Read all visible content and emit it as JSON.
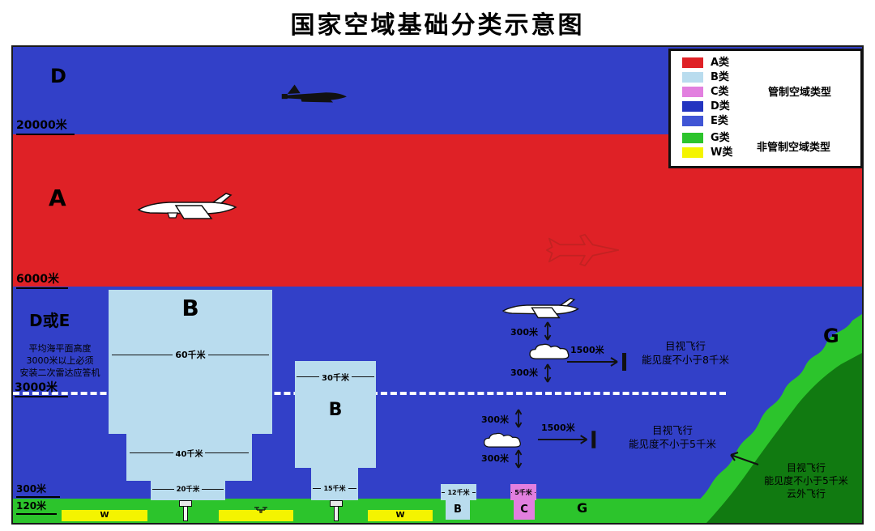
{
  "title": "国家空域基础分类示意图",
  "legend": {
    "items": [
      {
        "label": "A类",
        "color": "#df2126"
      },
      {
        "label": "B类",
        "color": "#b9dcee"
      },
      {
        "label": "C类",
        "color": "#e27fdf"
      },
      {
        "label": "D类",
        "color": "#2334c0"
      },
      {
        "label": "E类",
        "color": "#4055d5"
      },
      {
        "label": "G类",
        "color": "#2cc42c"
      },
      {
        "label": "W类",
        "color": "#f4f400"
      }
    ],
    "controlled_label": "管制空域类型",
    "uncontrolled_label": "非管制空域类型"
  },
  "zones": {
    "d_upper": "D",
    "a": "A",
    "d_or_e": "D或E",
    "g_mountain": "G",
    "g_surface": "G"
  },
  "altitudes": {
    "m20000": "20000米",
    "m6000": "6000米",
    "m3000": "3000米",
    "m300": "300米",
    "m120": "120米"
  },
  "class_b_large": {
    "label": "B",
    "width_top": "60千米",
    "width_mid": "40千米",
    "width_bottom": "20千米"
  },
  "class_b_medium": {
    "label": "B",
    "width_top": "30千米",
    "width_bottom": "15千米"
  },
  "class_b_small": {
    "label": "B",
    "width": "12千米"
  },
  "class_c": {
    "label": "C",
    "width": "5千米"
  },
  "transponder_note": "平均海平面高度\n3000米以上必须\n安装二次雷达应答机",
  "vfr_upper": {
    "above_cloud": "300米",
    "below_cloud": "300米",
    "horizontal": "1500米",
    "note": "目视飞行\n能见度不小于8千米"
  },
  "vfr_lower": {
    "above_cloud": "300米",
    "below_cloud": "300米",
    "horizontal": "1500米",
    "note": "目视飞行\n能见度不小于5千米"
  },
  "vfr_mountain_note": "目视飞行\n能见度不小于5千米\n云外飞行",
  "surface": {
    "w_left": "W",
    "w_right": "W"
  }
}
